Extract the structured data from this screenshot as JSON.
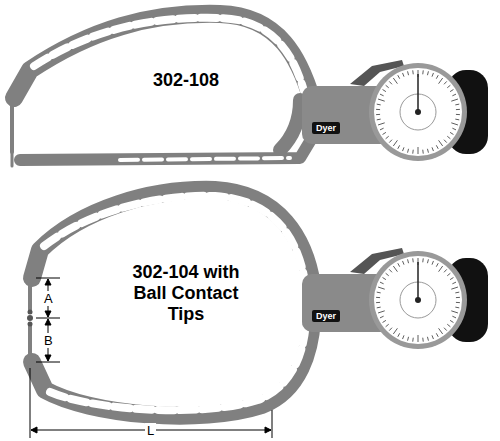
{
  "diagram": {
    "labels": [
      "302-108",
      "Dyer",
      "302-104 with Ball Contact Tips",
      "Dyer",
      "A",
      "B",
      "L"
    ]
  }
}
